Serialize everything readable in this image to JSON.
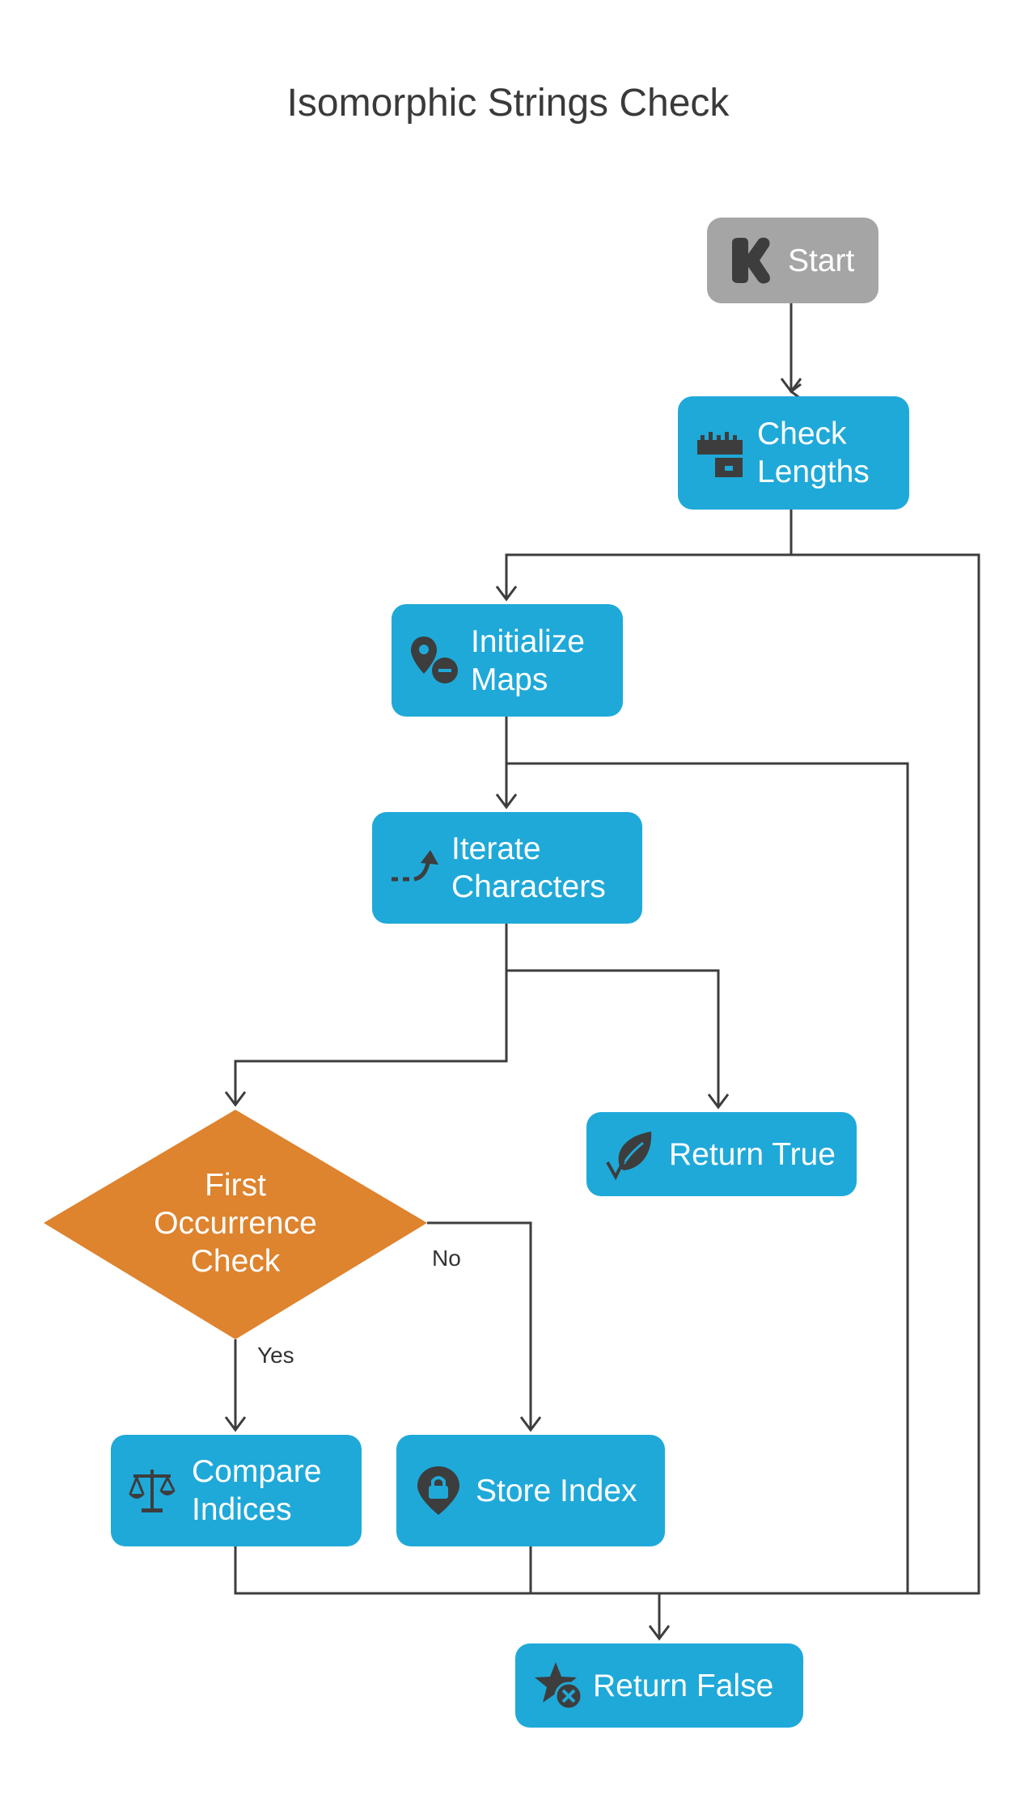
{
  "title": "Isomorphic Strings Check",
  "colors": {
    "process": "#1fa9d9",
    "start": "#a5a5a5",
    "decision": "#de832e",
    "line": "#3d3d3d",
    "icon": "#3d3d3d"
  },
  "nodes": {
    "start": {
      "label": "Start",
      "icon": "k-logo-icon"
    },
    "check_lengths": {
      "label": "Check\nLengths",
      "icon": "ruler-icon"
    },
    "initialize_maps": {
      "label": "Initialize\nMaps",
      "icon": "map-pin-minus-icon"
    },
    "iterate_characters": {
      "label": "Iterate\nCharacters",
      "icon": "dashed-arrow-icon"
    },
    "first_occurrence": {
      "label": "First\nOccurrence\nCheck"
    },
    "return_true": {
      "label": "Return True",
      "icon": "leaf-icon"
    },
    "compare_indices": {
      "label": "Compare\nIndices",
      "icon": "scale-icon"
    },
    "store_index": {
      "label": "Store Index",
      "icon": "map-pin-lock-icon"
    },
    "return_false": {
      "label": "Return False",
      "icon": "star-x-icon"
    }
  },
  "edges": {
    "no_label": "No",
    "yes_label": "Yes"
  }
}
